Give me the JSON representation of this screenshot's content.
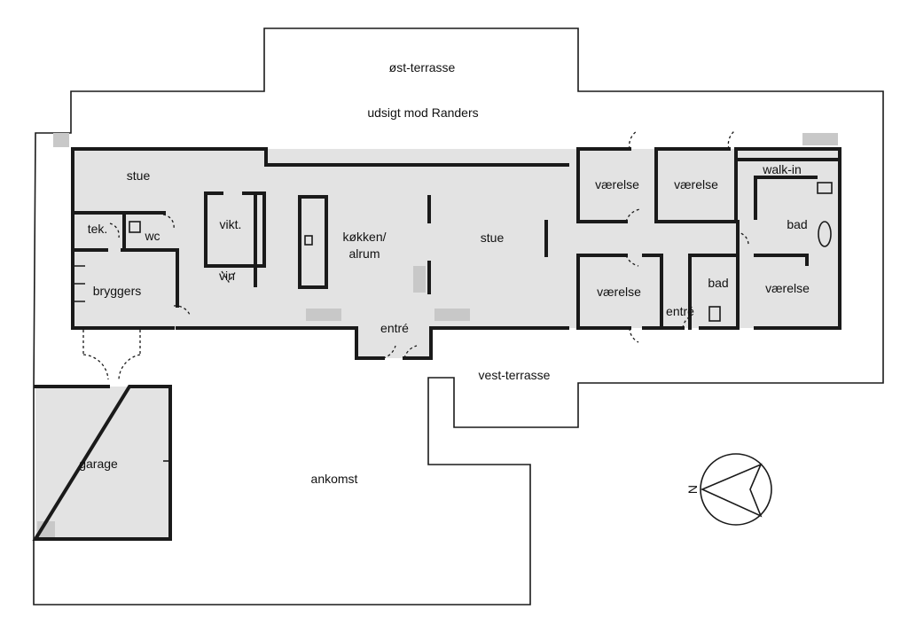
{
  "plan": {
    "labels": {
      "east_terrace": "øst-terrasse",
      "view": "udsigt mod Randers",
      "living_west": "stue",
      "tech": "tek.",
      "wc": "wc",
      "pantry": "vikt.",
      "wine": "vin",
      "kitchen_line1": "køkken/",
      "kitchen_line2": "alrum",
      "living_main": "stue",
      "utility": "bryggers",
      "entrance_main": "entré",
      "room_1": "værelse",
      "room_2": "værelse",
      "walk_in": "walk-in",
      "bath_1": "bad",
      "room_3": "værelse",
      "bath_2": "bad",
      "room_4": "værelse",
      "entrance_east": "entré",
      "west_terrace": "vest-terrasse",
      "garage": "garage",
      "arrival": "ankomst",
      "north": "N"
    }
  }
}
